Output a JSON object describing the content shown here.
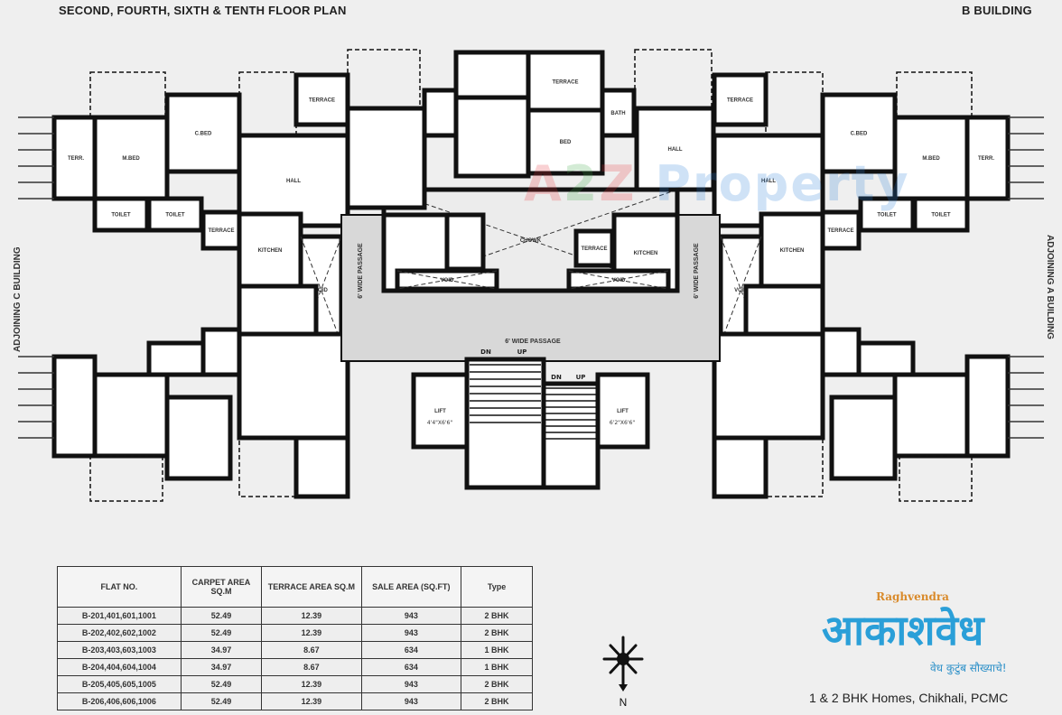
{
  "header": {
    "title": "SECOND, FOURTH, SIXTH & TENTH FLOOR PLAN",
    "building": "B BUILDING"
  },
  "side_labels": {
    "left": "ADJOINING C BUILDING",
    "right": "ADJOINING A BUILDING"
  },
  "plan": {
    "labels": {
      "terrace": "TERRACE",
      "terr": "TERR.",
      "mbed": "M.BED",
      "cbed": "C.BED",
      "bed": "BED",
      "toilet": "TOILET",
      "bath": "BATH",
      "hall": "HALL",
      "kitchen": "KITCHEN",
      "void": "VOID",
      "chowk": "CHOWK",
      "passage": "6' WIDE PASSAGE",
      "lift": "LIFT",
      "lift_left_size": "4'4\"X6'6\"",
      "lift_right_size": "6'2\"X6'6\"",
      "dn": "DN",
      "up": "UP",
      "north": "N"
    }
  },
  "watermark": {
    "text": "A2Z Property",
    "colors": [
      "#e8333a",
      "#3aa845",
      "#e8333a",
      "#2a7fd8"
    ]
  },
  "table": {
    "headers": [
      "FLAT NO.",
      "CARPET AREA SQ.M",
      "TERRACE AREA SQ.M",
      "SALE AREA (SQ.FT)",
      "Type"
    ],
    "rows": [
      [
        "B-201,401,601,1001",
        "52.49",
        "12.39",
        "943",
        "2 BHK"
      ],
      [
        "B-202,402,602,1002",
        "52.49",
        "12.39",
        "943",
        "2 BHK"
      ],
      [
        "B-203,403,603,1003",
        "34.97",
        "8.67",
        "634",
        "1 BHK"
      ],
      [
        "B-204,404,604,1004",
        "34.97",
        "8.67",
        "634",
        "1 BHK"
      ],
      [
        "B-205,405,605,1005",
        "52.49",
        "12.39",
        "943",
        "2 BHK"
      ],
      [
        "B-206,406,606,1006",
        "52.49",
        "12.39",
        "943",
        "2 BHK"
      ]
    ]
  },
  "logo": {
    "brand": "Raghvendra",
    "name": "आकाशवेध",
    "tagline": "वेध कुटुंब सौख्याचे!",
    "subtitle": "1 & 2 BHK Homes, Chikhali, PCMC",
    "colors": {
      "name": "#2a9fd8",
      "brand": "#d98a2a"
    }
  }
}
